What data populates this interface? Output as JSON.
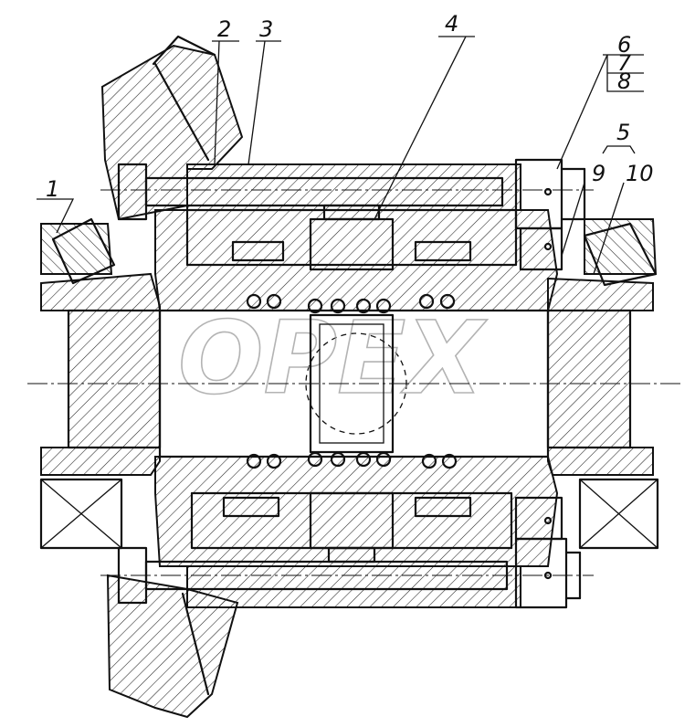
{
  "callouts": [
    {
      "id": "1",
      "text": "1"
    },
    {
      "id": "2",
      "text": "2"
    },
    {
      "id": "3",
      "text": "3"
    },
    {
      "id": "4",
      "text": "4"
    },
    {
      "id": "5",
      "text": "5"
    },
    {
      "id": "6",
      "text": "6"
    },
    {
      "id": "7",
      "text": "7"
    },
    {
      "id": "8",
      "text": "8"
    },
    {
      "id": "9",
      "text": "9"
    },
    {
      "id": "10",
      "text": "10"
    }
  ],
  "watermark": {
    "text": "OPEX"
  },
  "colors": {
    "ink": "#111111",
    "paper": "#ffffff",
    "watermark": "#9a9a9a"
  }
}
